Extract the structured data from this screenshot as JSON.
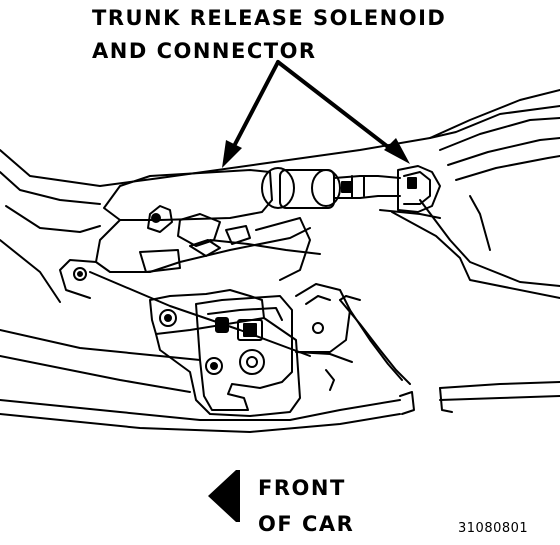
{
  "callout": {
    "line1": "TRUNK RELEASE SOLENOID",
    "line2": "AND CONNECTOR"
  },
  "direction": {
    "line1": "FRONT",
    "line2": "OF CAR",
    "arrow_icon": "arrow-left-icon"
  },
  "figure_id": "31080801",
  "colors": {
    "ink": "#000000",
    "paper": "#ffffff"
  }
}
